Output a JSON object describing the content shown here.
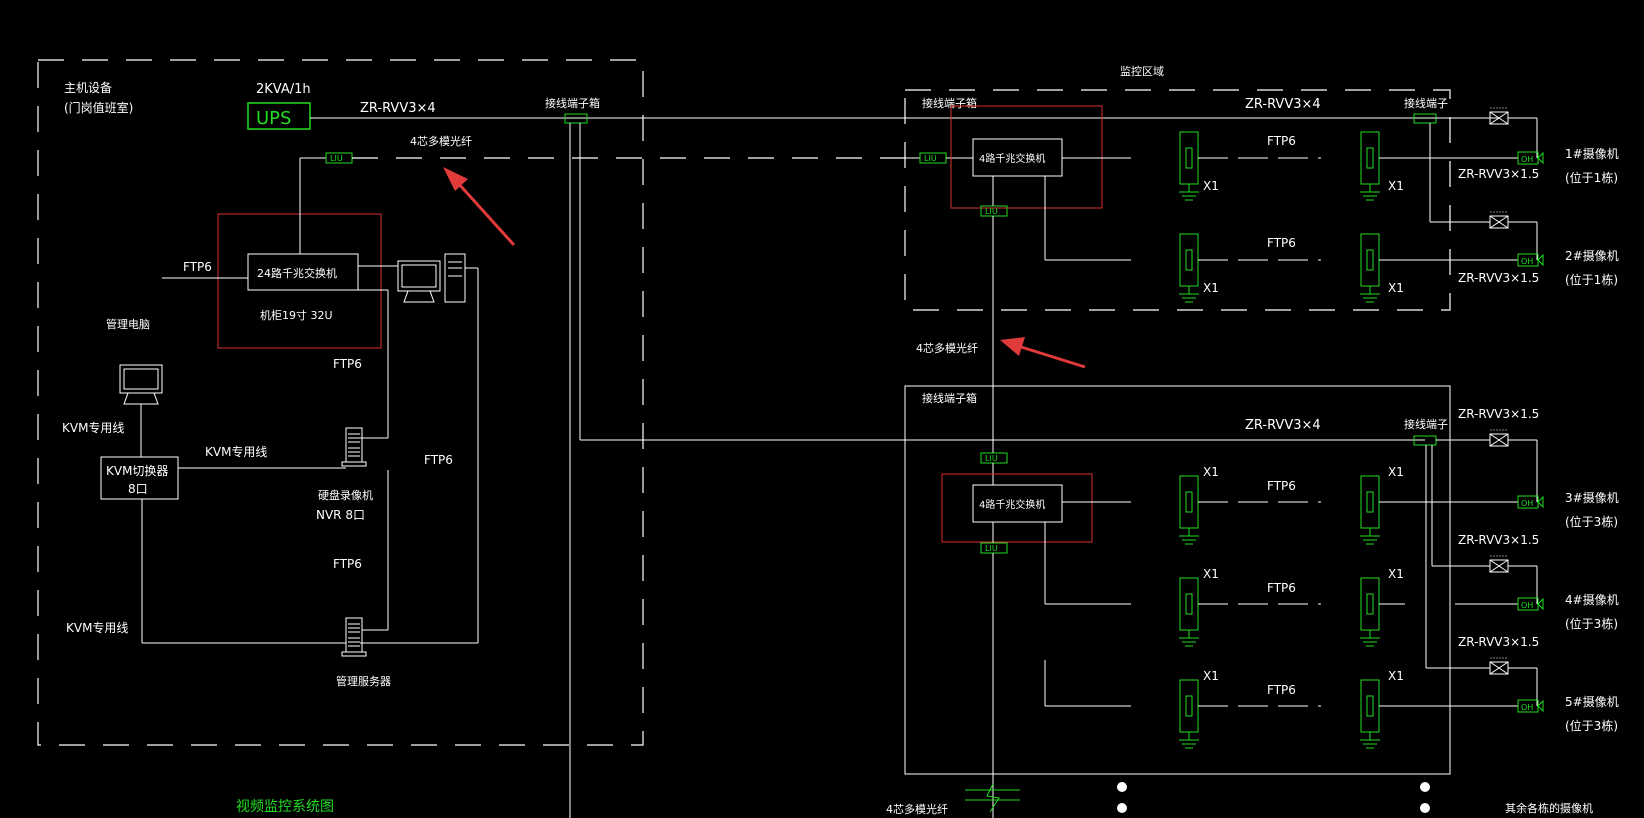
{
  "title": "视频监控系统图",
  "host": {
    "label_line1": "主机设备",
    "label_line2": "(门岗值班室)",
    "ups_rating": "2KVA/1h",
    "ups": "UPS",
    "cable_power": "ZR-RVV3×4",
    "fiber": "4芯多模光纤",
    "liu": "LIU",
    "ftp_left": "FTP6",
    "switch24": "24路千兆交换机",
    "cabinet": "机柜19寸 32U",
    "ftp_mid": "FTP6",
    "mgmt_pc": "管理电脑",
    "kvm_line_a": "KVM专用线",
    "kvm_line_b": "KVM专用线",
    "kvm_line_c": "KVM专用线",
    "kvm_switch_line1": "KVM切换器",
    "kvm_switch_line2": "8口",
    "ftp_right": "FTP6",
    "nvr_line1": "硬盘录像机",
    "nvr_line2": "NVR   8口",
    "ftp_lower": "FTP6",
    "server": "管理服务器"
  },
  "terminal_box_mid": "接线端子箱",
  "area_label": "监控区域",
  "vertical_fiber": "4芯多模光纤",
  "zone1": {
    "terminal_box": "接线端子箱",
    "cable": "ZR-RVV3×4",
    "terminal": "接线端子",
    "liu_left": "LIU",
    "liu_bottom": "LIU",
    "switch": "4路千兆交换机",
    "rows": [
      {
        "ftp": "FTP6",
        "x1_left": "X1",
        "x1_right": "X1"
      },
      {
        "ftp": "FTP6",
        "x1_left": "X1",
        "x1_right": "X1"
      }
    ],
    "cameras": [
      {
        "name": "1#摄像机",
        "location": "(位于1栋)",
        "cable": "ZR-RVV3×1.5",
        "oh": "OH"
      },
      {
        "name": "2#摄像机",
        "location": "(位于1栋)",
        "cable": "ZR-RVV3×1.5",
        "oh": "OH"
      }
    ]
  },
  "zone2": {
    "terminal_box": "接线端子箱",
    "cable": "ZR-RVV3×4",
    "terminal": "接线端子",
    "liu_top": "LIU",
    "liu_bottom": "LIU",
    "switch": "4路千兆交换机",
    "rows": [
      {
        "ftp": "FTP6",
        "x1_left": "X1",
        "x1_right": "X1"
      },
      {
        "ftp": "FTP6",
        "x1_left": "X1",
        "x1_right": "X1"
      },
      {
        "ftp": "FTP6",
        "x1_left": "X1",
        "x1_right": "X1"
      }
    ],
    "cameras": [
      {
        "name": "3#摄像机",
        "location": "(位于3栋)",
        "cable": "ZR-RVV3×1.5",
        "oh": "OH"
      },
      {
        "name": "4#摄像机",
        "location": "(位于3栋)",
        "cable": "ZR-RVV3×1.5",
        "oh": "OH"
      },
      {
        "name": "5#摄像机",
        "location": "(位于3栋)",
        "cable": "ZR-RVV3×1.5",
        "oh": "OH"
      }
    ]
  },
  "bottom_fiber": "4芯多模光纤",
  "other_cameras": "其余各栋的摄像机",
  "colors": {
    "background": "#000000",
    "line": "#ffffff",
    "highlight": "#d83030",
    "device": "#22dd22",
    "arrow": "#e03a3a"
  }
}
